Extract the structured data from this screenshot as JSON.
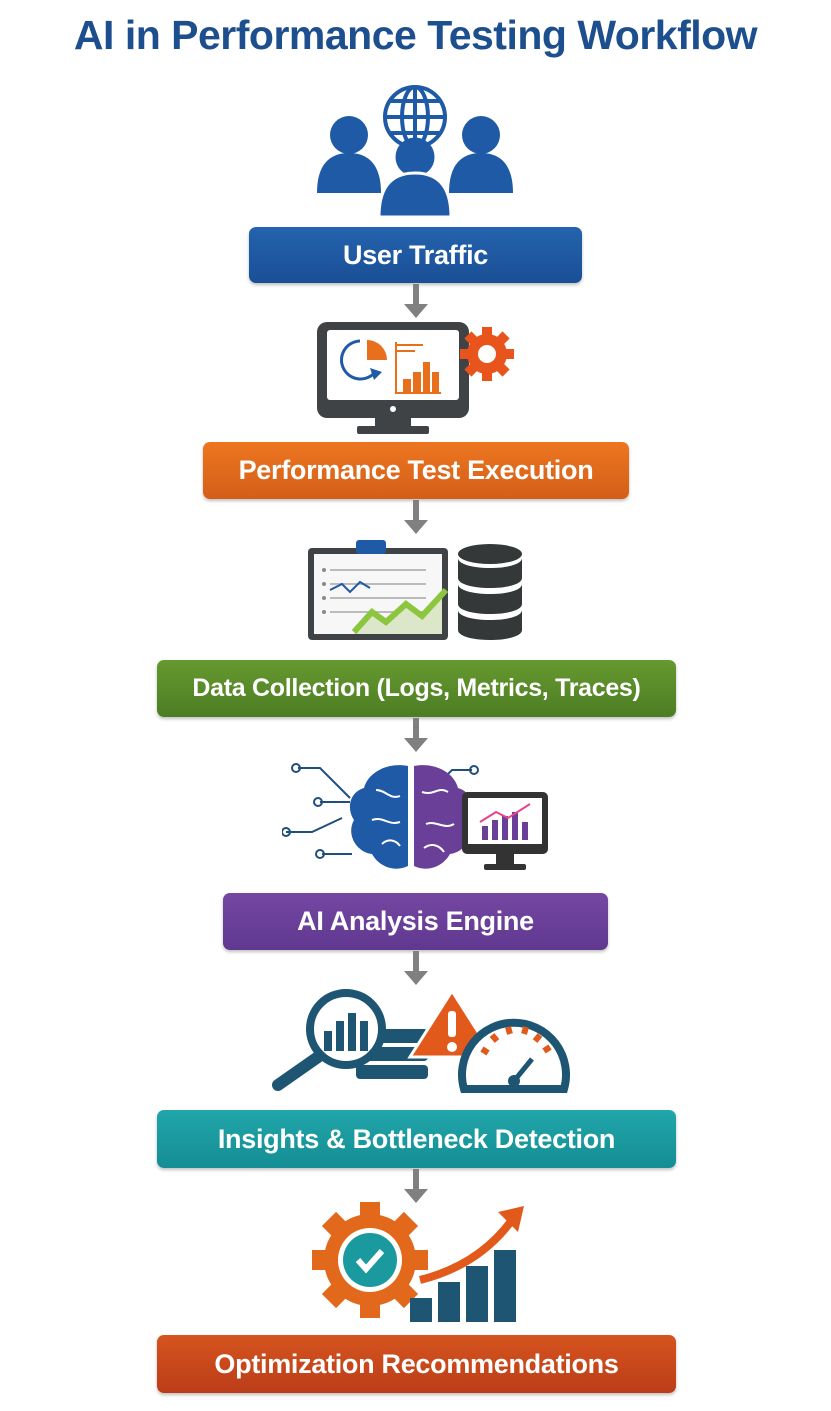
{
  "title": "AI in Performance Testing Workflow",
  "steps": [
    {
      "label": "User Traffic",
      "color": "#1f5aa6",
      "icon": "users-globe-icon"
    },
    {
      "label": "Performance Test Execution",
      "color": "#e2691c",
      "icon": "monitor-gear-icon"
    },
    {
      "label": "Data Collection (Logs, Metrics, Traces)",
      "color": "#5b8c2b",
      "icon": "clipboard-database-icon"
    },
    {
      "label": "AI Analysis Engine",
      "color": "#6a3f98",
      "icon": "brain-monitor-icon"
    },
    {
      "label": "Insights & Bottleneck Detection",
      "color": "#1a999f",
      "icon": "magnifier-warning-gauge-icon"
    },
    {
      "label": "Optimization Recommendations",
      "color": "#c8471c",
      "icon": "gear-check-growth-icon"
    }
  ],
  "arrow_color": "#808080"
}
